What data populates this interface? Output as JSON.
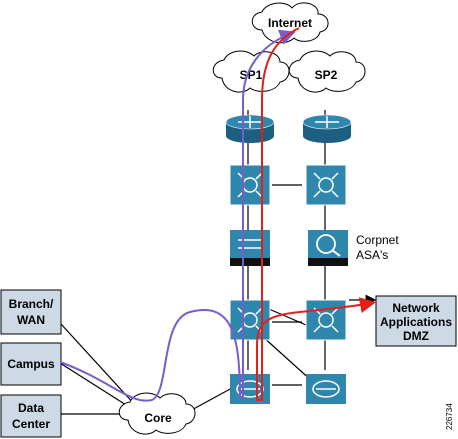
{
  "labels": {
    "internet": "Internet",
    "sp1": "SP1",
    "sp2": "SP2",
    "corpnet_line1": "Corpnet",
    "corpnet_line2": "ASA's",
    "branch_line1": "Branch/",
    "branch_line2": "WAN",
    "campus": "Campus",
    "datacenter_line1": "Data",
    "datacenter_line2": "Center",
    "core": "Core",
    "netapps_line1": "Network",
    "netapps_line2": "Applications",
    "netapps_line3": "DMZ",
    "figure_id": "226734"
  },
  "colors": {
    "device_blue": "#2f87ad",
    "device_dark": "#1c5f80",
    "box_fill": "#cdd9e4",
    "purple_path": "#7b5ccc",
    "red_path": "#e0201b"
  }
}
